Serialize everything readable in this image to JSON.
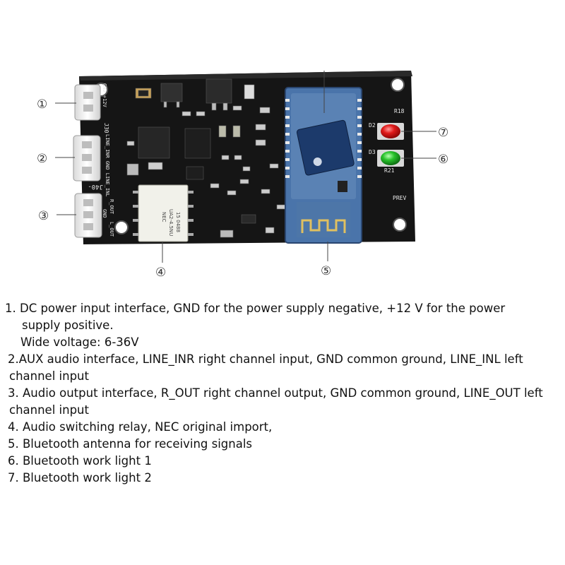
{
  "callouts": [
    {
      "id": "1",
      "glyph": "①"
    },
    {
      "id": "2",
      "glyph": "②"
    },
    {
      "id": "3",
      "glyph": "③"
    },
    {
      "id": "4",
      "glyph": "④"
    },
    {
      "id": "5",
      "glyph": "⑤"
    },
    {
      "id": "6",
      "glyph": "⑥"
    },
    {
      "id": "7",
      "glyph": "⑦"
    }
  ],
  "board_labels": {
    "j40": "J40-",
    "j30": "J30",
    "r_out": "R_OUT",
    "gnd": "GND",
    "l_out": "L_OUT",
    "line_inr": "LINE_INR GND LINE_INL",
    "dc": "GND +12V",
    "d2": "D2",
    "d3": "D3",
    "r18": "R18",
    "r21": "R21",
    "prev": "PREV",
    "relay_brand": "NEC",
    "relay_model": "UA2-4.5NU",
    "relay_code": "15 0488"
  },
  "colors": {
    "board": "#141414",
    "led_red": "#e01a1a",
    "led_green": "#28c22b",
    "module_blue": "#5a82b4",
    "chip": "#1c3a6b"
  },
  "description": {
    "item1_line1": "1. DC power  input interface, GND for the power supply negative, +12 V for the power",
    "item1_line2": "supply positive.",
    "item1_line3": "Wide voltage: 6-36V",
    "item2_line1": "2.AUX audio interface, LINE_INR right channel input, GND common ground, LINE_INL left",
    "item2_line2": "channel input",
    "item3_line1": "3. Audio output interface, R_OUT right channel output, GND common ground, LINE_OUT left",
    "item3_line2": "channel input",
    "item4": "4. Audio switching relay, NEC original import,",
    "item5": "5. Bluetooth antenna for receiving signals",
    "item6": "6. Bluetooth work light 1",
    "item7": "7. Bluetooth work light 2"
  }
}
